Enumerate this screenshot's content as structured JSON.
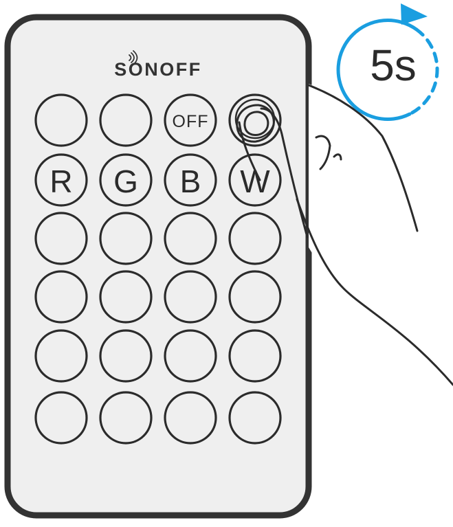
{
  "brand": {
    "name": "SONOFF"
  },
  "remote": {
    "rows": [
      [
        {
          "label": "",
          "name": "blank"
        },
        {
          "label": "",
          "name": "blank"
        },
        {
          "label": "OFF",
          "name": "off"
        },
        {
          "label": "",
          "name": "pressed",
          "pressed": true
        }
      ],
      [
        {
          "label": "R",
          "name": "r"
        },
        {
          "label": "G",
          "name": "g"
        },
        {
          "label": "B",
          "name": "b"
        },
        {
          "label": "W",
          "name": "w"
        }
      ],
      [
        {
          "label": "",
          "name": "blank"
        },
        {
          "label": "",
          "name": "blank"
        },
        {
          "label": "",
          "name": "blank"
        },
        {
          "label": "",
          "name": "blank"
        }
      ],
      [
        {
          "label": "",
          "name": "blank"
        },
        {
          "label": "",
          "name": "blank"
        },
        {
          "label": "",
          "name": "blank"
        },
        {
          "label": "",
          "name": "blank"
        }
      ],
      [
        {
          "label": "",
          "name": "blank"
        },
        {
          "label": "",
          "name": "blank"
        },
        {
          "label": "",
          "name": "blank"
        },
        {
          "label": "",
          "name": "blank"
        }
      ],
      [
        {
          "label": "",
          "name": "blank"
        },
        {
          "label": "",
          "name": "blank"
        },
        {
          "label": "",
          "name": "blank"
        },
        {
          "label": "",
          "name": "blank"
        }
      ]
    ]
  },
  "timer": {
    "label": "5s"
  },
  "colors": {
    "outline": "#333333",
    "body_fill": "#efefef",
    "timer_accent": "#1a9ee0"
  }
}
